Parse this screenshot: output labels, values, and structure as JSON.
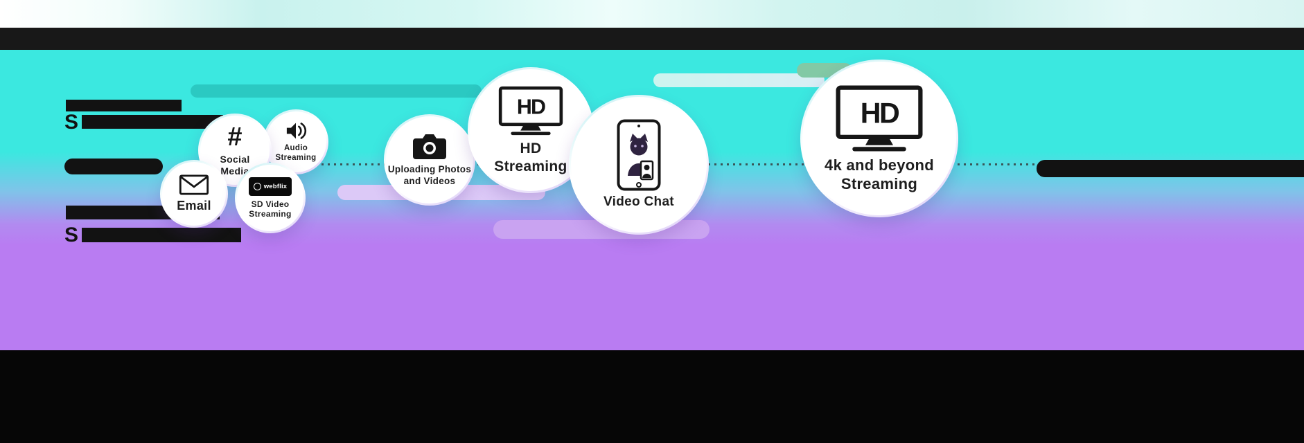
{
  "colors": {
    "teal": "#3BE8E0",
    "purple": "#B97CF2",
    "pill-dark-teal": "#2BC9C2",
    "pill-light-cyan": "#CDF4EF",
    "pill-green": "#82C9A5",
    "pill-lavender": "#DCC9F7",
    "pill-light-purple": "#C9A3F1",
    "bar-black": "#121212",
    "label-ink": "#1E1E1E"
  },
  "redacted": {
    "teal_section_letter": "S",
    "purple_section_letter": "S"
  },
  "bubbles": {
    "email": {
      "label": "Email"
    },
    "social": {
      "glyph": "#",
      "line1": "Social",
      "line2": "Media"
    },
    "audio": {
      "line1": "Audio",
      "line2": "Streaming"
    },
    "sd": {
      "brand": "webflix",
      "line1": "SD Video",
      "line2": "Streaming"
    },
    "upload": {
      "line1": "Uploading Photos",
      "line2": "and Videos"
    },
    "hd": {
      "tv_label": "HD",
      "line1": "HD",
      "line2": "Streaming"
    },
    "videochat": {
      "label": "Video Chat"
    },
    "fourk": {
      "tv_label": "HD",
      "line1": "4k and beyond",
      "line2": "Streaming"
    }
  }
}
